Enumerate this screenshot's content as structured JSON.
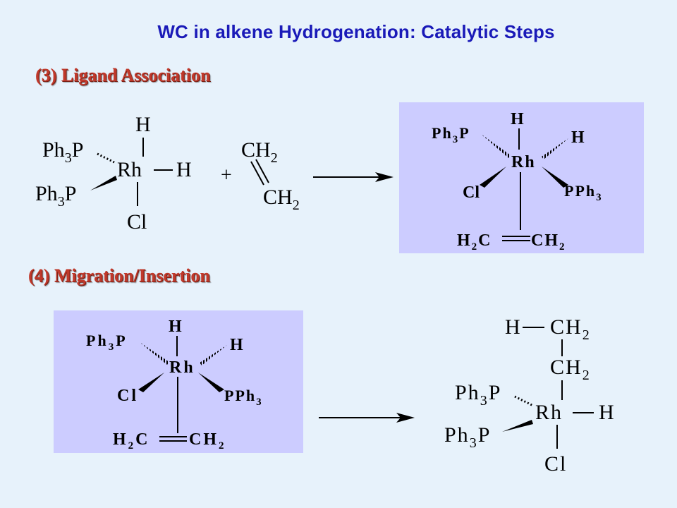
{
  "title": "WC in alkene Hydrogenation: Catalytic Steps",
  "section3": {
    "heading": "(3) Ligand Association"
  },
  "section4": {
    "heading": "(4) Migration/Insertion"
  },
  "labels": {
    "ph3p": "Ph",
    "p": "P",
    "sub3": "3",
    "rh": "Rh",
    "h": "H",
    "cl": "Cl",
    "c": "C",
    "sub2": "2",
    "plus": "+",
    "pph": "PPh"
  },
  "colors": {
    "background": "#e7f2fb",
    "title": "#1a1ab8",
    "heading": "#c0392b",
    "panel": "#ccccff"
  }
}
